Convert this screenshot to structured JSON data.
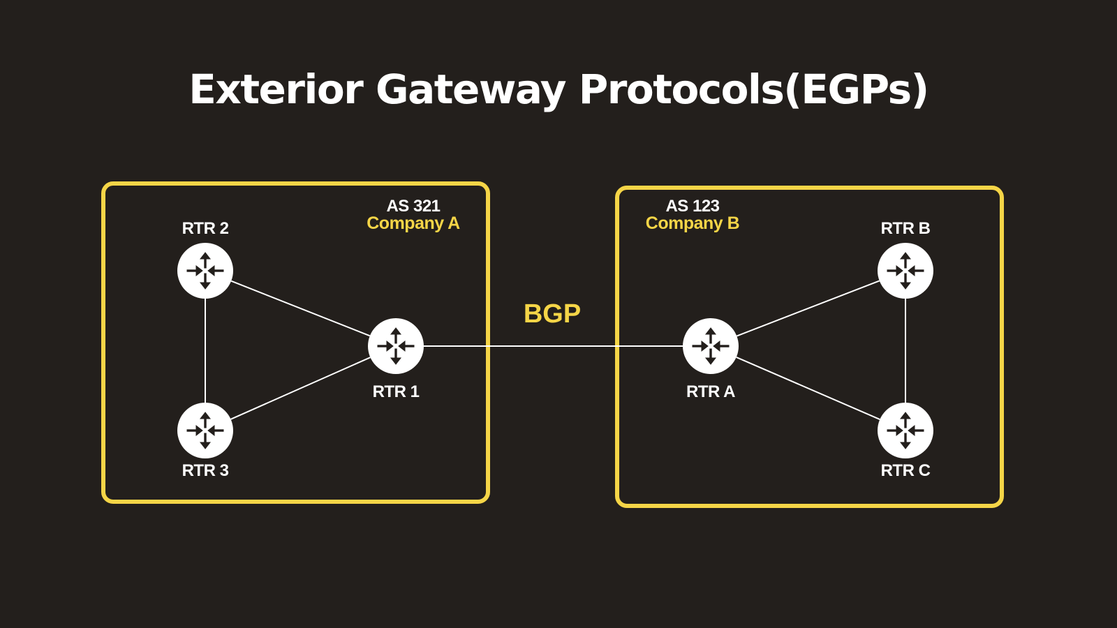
{
  "title": "Exterior Gateway Protocols(EGPs)",
  "colors": {
    "background": "#231f1c",
    "accent": "#f5d547",
    "foreground": "#ffffff"
  },
  "autonomous_systems": [
    {
      "as_number": "AS 321",
      "company": "Company A"
    },
    {
      "as_number": "AS 123",
      "company": "Company B"
    }
  ],
  "routers": {
    "rtr1": {
      "label": "RTR 1",
      "icon": "router-icon"
    },
    "rtr2": {
      "label": "RTR 2",
      "icon": "router-icon"
    },
    "rtr3": {
      "label": "RTR 3",
      "icon": "router-icon"
    },
    "rtra": {
      "label": "RTR A",
      "icon": "router-icon"
    },
    "rtrb": {
      "label": "RTR B",
      "icon": "router-icon"
    },
    "rtrc": {
      "label": "RTR C",
      "icon": "router-icon"
    }
  },
  "links": [
    {
      "from": "rtr2",
      "to": "rtr3"
    },
    {
      "from": "rtr2",
      "to": "rtr1"
    },
    {
      "from": "rtr3",
      "to": "rtr1"
    },
    {
      "from": "rtr1",
      "to": "rtra",
      "protocol": "BGP"
    },
    {
      "from": "rtra",
      "to": "rtrb"
    },
    {
      "from": "rtra",
      "to": "rtrc"
    },
    {
      "from": "rtrb",
      "to": "rtrc"
    }
  ]
}
